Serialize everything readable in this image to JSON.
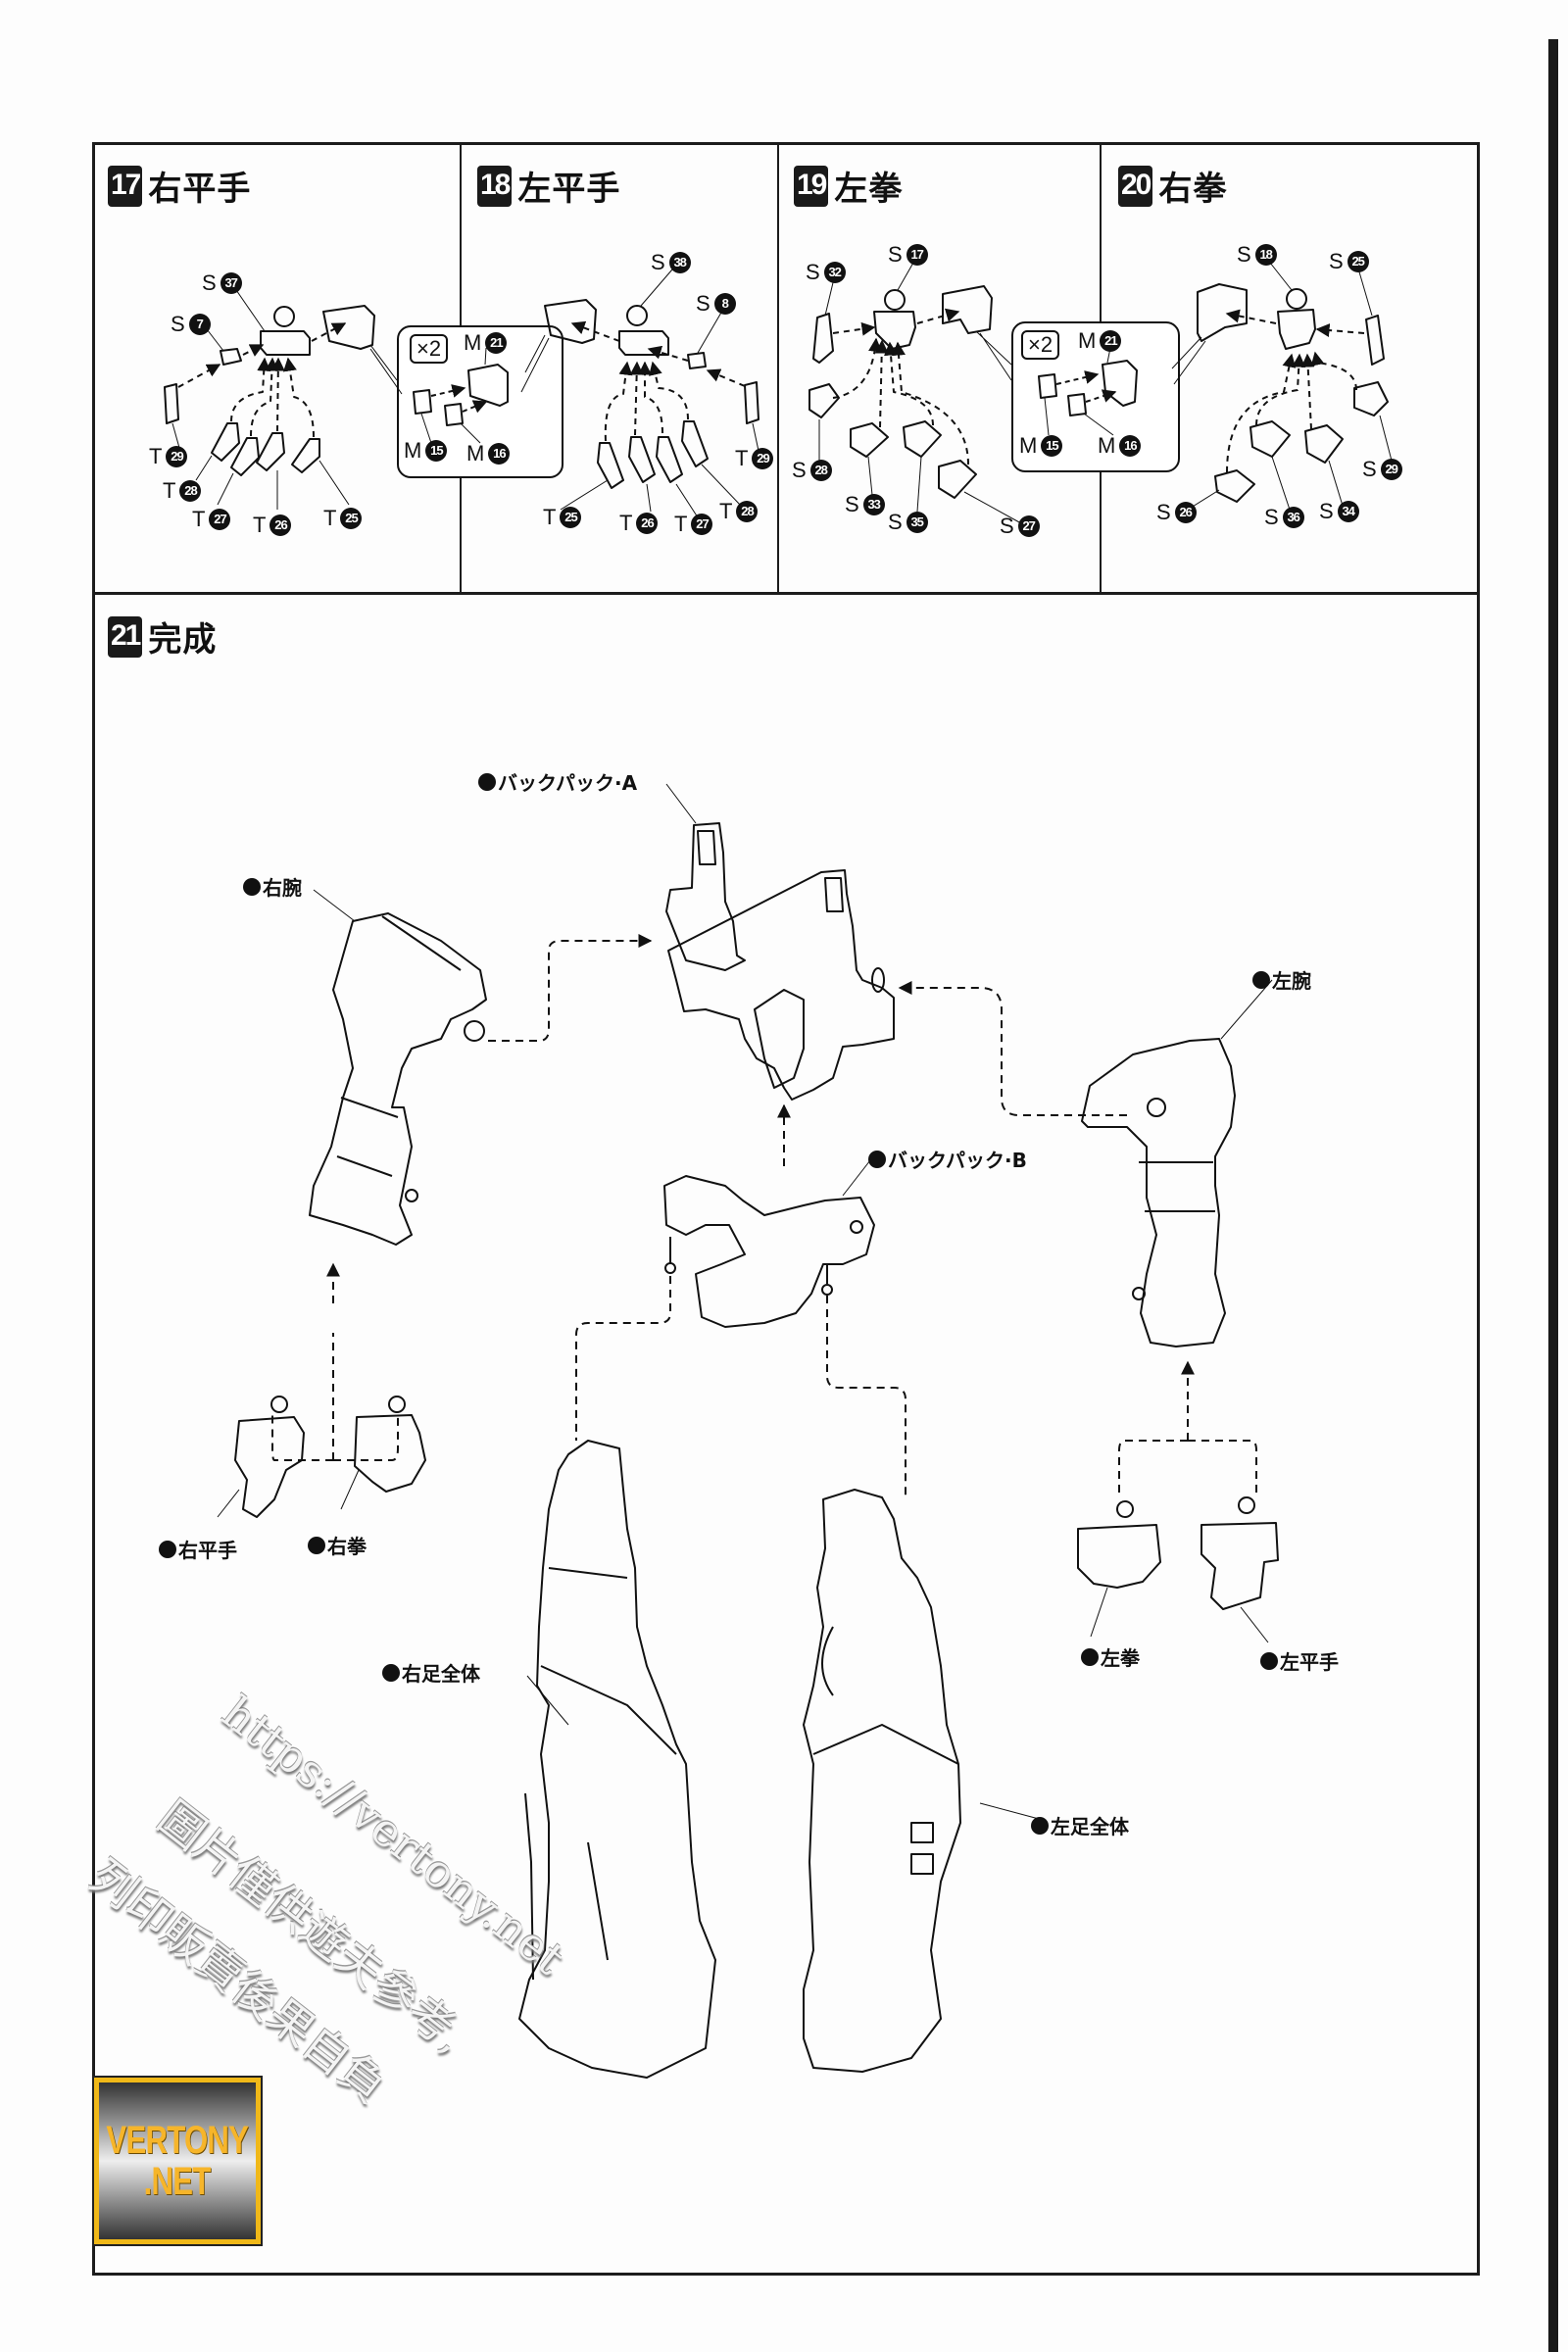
{
  "steps_top": [
    {
      "number": "17",
      "title": "右平手",
      "labels": [
        {
          "letter": "S",
          "num": "37"
        },
        {
          "letter": "S",
          "num": "7"
        },
        {
          "letter": "T",
          "num": "29"
        },
        {
          "letter": "T",
          "num": "28"
        },
        {
          "letter": "T",
          "num": "27"
        },
        {
          "letter": "T",
          "num": "26"
        },
        {
          "letter": "T",
          "num": "25"
        }
      ]
    },
    {
      "number": "18",
      "title": "左平手",
      "labels": [
        {
          "letter": "S",
          "num": "38"
        },
        {
          "letter": "S",
          "num": "8"
        },
        {
          "letter": "T",
          "num": "29"
        },
        {
          "letter": "T",
          "num": "25"
        },
        {
          "letter": "T",
          "num": "26"
        },
        {
          "letter": "T",
          "num": "27"
        },
        {
          "letter": "T",
          "num": "28"
        }
      ]
    },
    {
      "number": "19",
      "title": "左拳",
      "labels": [
        {
          "letter": "S",
          "num": "17"
        },
        {
          "letter": "S",
          "num": "32"
        },
        {
          "letter": "S",
          "num": "28"
        },
        {
          "letter": "S",
          "num": "33"
        },
        {
          "letter": "S",
          "num": "35"
        },
        {
          "letter": "S",
          "num": "27"
        }
      ]
    },
    {
      "number": "20",
      "title": "右拳",
      "labels": [
        {
          "letter": "S",
          "num": "18"
        },
        {
          "letter": "S",
          "num": "25"
        },
        {
          "letter": "S",
          "num": "29"
        },
        {
          "letter": "S",
          "num": "26"
        },
        {
          "letter": "S",
          "num": "36"
        },
        {
          "letter": "S",
          "num": "34"
        }
      ]
    }
  ],
  "insets": [
    {
      "multiplier": "×2",
      "labels": [
        {
          "letter": "M",
          "num": "21"
        },
        {
          "letter": "M",
          "num": "15"
        },
        {
          "letter": "M",
          "num": "16"
        }
      ]
    },
    {
      "multiplier": "×2",
      "labels": [
        {
          "letter": "M",
          "num": "21"
        },
        {
          "letter": "M",
          "num": "15"
        },
        {
          "letter": "M",
          "num": "16"
        }
      ]
    }
  ],
  "step21": {
    "number": "21",
    "title": "完成",
    "callouts": {
      "backpack_a": "バックパック·A",
      "right_arm": "右腕",
      "left_arm": "左腕",
      "backpack_b": "バックパック·B",
      "right_flat_hand": "右平手",
      "right_fist": "右拳",
      "left_fist": "左拳",
      "left_flat_hand": "左平手",
      "right_leg": "右足全体",
      "left_leg": "左足全体"
    }
  },
  "watermark": {
    "url": "https://vertony.net",
    "line2": "圖片僅供遊夫參考,",
    "line3": "列印販賣後果自負"
  },
  "logo": {
    "line1": "VERTONY",
    "line2": ".NET"
  }
}
